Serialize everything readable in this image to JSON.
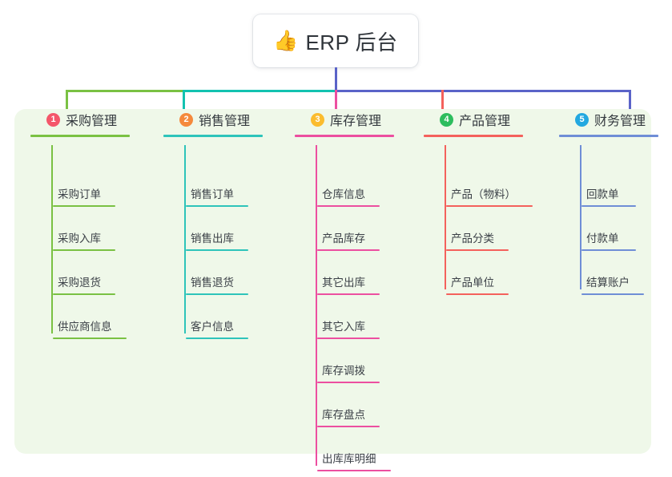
{
  "root": {
    "icon": "thumbs-up-icon",
    "icon_glyph": "👍",
    "title": "ERP 后台"
  },
  "panel": {
    "background": "#eff8e9"
  },
  "connector_colors": {
    "trunk": "#5a63c8",
    "segment_left": "#7ac143",
    "segment_mid": "#12c2b0",
    "segment_right": "#5a63c8"
  },
  "columns": [
    {
      "number": "1",
      "title": "采购管理",
      "badge_color": "#f4566a",
      "line_color": "#7ac143",
      "head_rule_width": 124,
      "spine_height": 235,
      "items": [
        {
          "label": "采购订单",
          "rule_width": 78
        },
        {
          "label": "采购入库",
          "rule_width": 78
        },
        {
          "label": "采购退货",
          "rule_width": 78
        },
        {
          "label": "供应商信息",
          "rule_width": 92
        }
      ]
    },
    {
      "number": "2",
      "title": "销售管理",
      "badge_color": "#f5893c",
      "line_color": "#2ec4ba",
      "head_rule_width": 124,
      "spine_height": 235,
      "items": [
        {
          "label": "销售订单",
          "rule_width": 78
        },
        {
          "label": "销售出库",
          "rule_width": 78
        },
        {
          "label": "销售退货",
          "rule_width": 78
        },
        {
          "label": "客户信息",
          "rule_width": 78
        }
      ]
    },
    {
      "number": "3",
      "title": "库存管理",
      "badge_color": "#fbbc2e",
      "line_color": "#ec4fa0",
      "head_rule_width": 124,
      "spine_height": 400,
      "items": [
        {
          "label": "仓库信息",
          "rule_width": 78
        },
        {
          "label": "产品库存",
          "rule_width": 78
        },
        {
          "label": "其它出库",
          "rule_width": 78
        },
        {
          "label": "其它入库",
          "rule_width": 78
        },
        {
          "label": "库存调拨",
          "rule_width": 78
        },
        {
          "label": "库存盘点",
          "rule_width": 78
        },
        {
          "label": "出库库明细",
          "rule_width": 92
        }
      ]
    },
    {
      "number": "4",
      "title": "产品管理",
      "badge_color": "#2dbd5e",
      "line_color": "#f4615c",
      "head_rule_width": 124,
      "spine_height": 180,
      "items": [
        {
          "label": "产品（物料）",
          "rule_width": 108
        },
        {
          "label": "产品分类",
          "rule_width": 78
        },
        {
          "label": "产品单位",
          "rule_width": 78
        }
      ]
    },
    {
      "number": "5",
      "title": "财务管理",
      "badge_color": "#23a8e0",
      "line_color": "#6f8ed6",
      "head_rule_width": 124,
      "spine_height": 180,
      "items": [
        {
          "label": "回款单",
          "rule_width": 68
        },
        {
          "label": "付款单",
          "rule_width": 68
        },
        {
          "label": "结算账户",
          "rule_width": 78
        }
      ]
    }
  ]
}
